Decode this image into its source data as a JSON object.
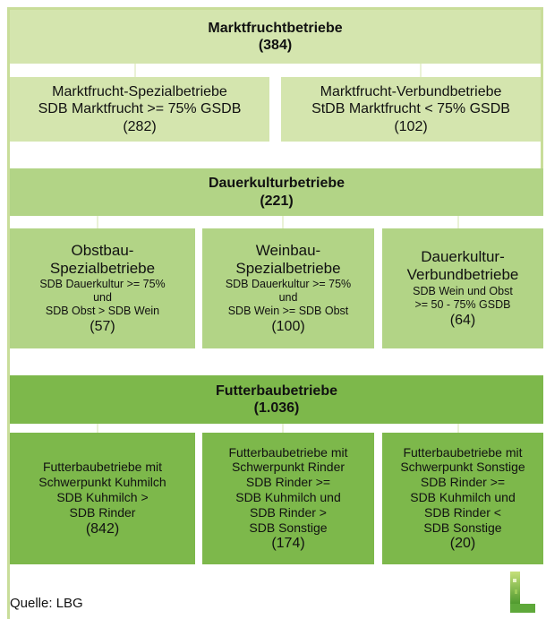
{
  "colors": {
    "frame": "#c9dd9a",
    "level1_fill": "#d4e5ae",
    "level2_fill": "#b2d486",
    "level3_fill": "#7db84b",
    "connector_light": "#eaf2d6"
  },
  "marktfrucht": {
    "title": "Marktfruchtbetriebe",
    "count": "(384)",
    "children": [
      {
        "line1": "Marktfrucht-Spezialbetriebe",
        "line2": "SDB Marktfrucht >= 75% GSDB",
        "count": "(282)"
      },
      {
        "line1": "Marktfrucht-Verbundbetriebe",
        "line2": "StDB Marktfrucht < 75% GSDB",
        "count": "(102)"
      }
    ]
  },
  "dauerkultur": {
    "title": "Dauerkulturbetriebe",
    "count": "(221)",
    "children": [
      {
        "title1": "Obstbau-",
        "title2": "Spezialbetriebe",
        "c1": "SDB Dauerkultur >= 75%",
        "c2": "und",
        "c3": "SDB Obst > SDB Wein",
        "count": "(57)"
      },
      {
        "title1": "Weinbau-",
        "title2": "Spezialbetriebe",
        "c1": "SDB Dauerkultur >= 75%",
        "c2": "und",
        "c3": "SDB Wein >= SDB Obst",
        "count": "(100)"
      },
      {
        "title1": "Dauerkultur-",
        "title2": "Verbundbetriebe",
        "c1": "SDB Wein und Obst",
        "c2": ">= 50 - 75% GSDB",
        "count": "(64)"
      }
    ]
  },
  "futterbau": {
    "title": "Futterbaubetriebe",
    "count": "(1.036)",
    "children": [
      {
        "t1": "Futterbaubetriebe mit",
        "t2": "Schwerpunkt Kuhmilch",
        "c1": "SDB Kuhmilch >",
        "c2": "SDB Rinder",
        "count": "(842)"
      },
      {
        "t1": "Futterbaubetriebe mit",
        "t2": "Schwerpunkt Rinder",
        "c1": "SDB Rinder >=",
        "c2": "SDB Kuhmilch und",
        "c3": "SDB Rinder >",
        "c4": "SDB Sonstige",
        "count": "(174)"
      },
      {
        "t1": "Futterbaubetriebe mit",
        "t2": "Schwerpunkt Sonstige",
        "c1": "SDB Rinder >=",
        "c2": "SDB Kuhmilch und",
        "c3": "SDB Rinder <",
        "c4": "SDB Sonstige",
        "count": "(20)"
      }
    ]
  },
  "source": "Quelle: LBG",
  "logo_icon": "lbg-logo-icon"
}
